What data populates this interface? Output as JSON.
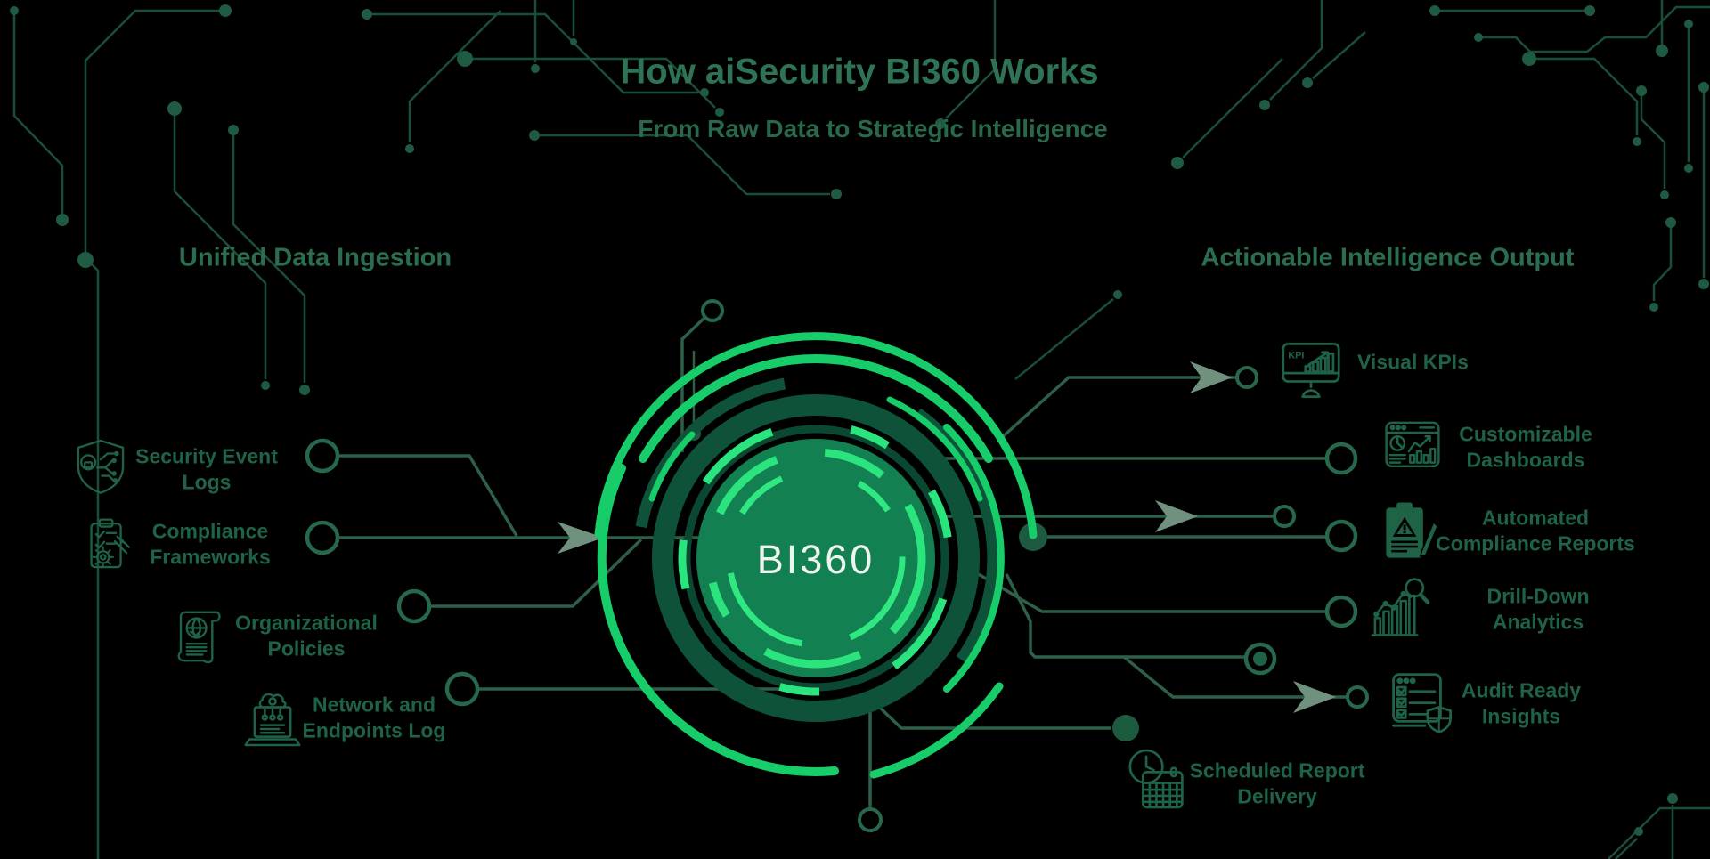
{
  "header": {
    "title": "How aiSecurity BI360 Works",
    "subtitle": "From Raw Data to Strategic Intelligence"
  },
  "sections": {
    "left_heading": "Unified Data Ingestion",
    "right_heading": "Actionable Intelligence Output"
  },
  "hub": {
    "label": "BI360"
  },
  "inputs": [
    {
      "id": "security-event-logs",
      "icon": "shield-circuit-icon",
      "line1": "Security Event",
      "line2": "Logs"
    },
    {
      "id": "compliance-frameworks",
      "icon": "clipboard-gavel-gear-icon",
      "line1": "Compliance",
      "line2": "Frameworks"
    },
    {
      "id": "organizational-policies",
      "icon": "policy-scroll-globe-icon",
      "line1": "Organizational",
      "line2": "Policies"
    },
    {
      "id": "network-endpoints-log",
      "icon": "laptop-cloud-icon",
      "line1": "Network and",
      "line2": "Endpoints Log"
    }
  ],
  "outputs": [
    {
      "id": "visual-kpis",
      "icon": "kpi-monitor-icon",
      "line1": "Visual KPIs",
      "line2": ""
    },
    {
      "id": "customizable-dashboards",
      "icon": "dashboard-browser-icon",
      "line1": "Customizable",
      "line2": "Dashboards"
    },
    {
      "id": "automated-compliance-reports",
      "icon": "clipboard-warning-pencil-icon",
      "line1": "Automated",
      "line2": "Compliance Reports"
    },
    {
      "id": "drill-down-analytics",
      "icon": "chart-magnifier-icon",
      "line1": "Drill-Down",
      "line2": "Analytics"
    },
    {
      "id": "audit-ready-insights",
      "icon": "checklist-shield-icon",
      "line1": "Audit Ready",
      "line2": "Insights"
    },
    {
      "id": "scheduled-report-delivery",
      "icon": "clock-calendar-icon",
      "line1": "Scheduled Report",
      "line2": "Delivery"
    }
  ],
  "colors": {
    "background": "#000000",
    "title_green": "#2d7354",
    "label_green": "#1f6347",
    "circuit_trace": "#1b4e39",
    "connector": "#2e5f48",
    "arrow_gray_green": "#6f917e",
    "hub_bright_arc": "#16cd69",
    "hub_dashed_arc": "#2ce47e",
    "hub_dark_ring": "#0e5339",
    "hub_disc": "#128050",
    "hub_text": "#eef4f0"
  }
}
